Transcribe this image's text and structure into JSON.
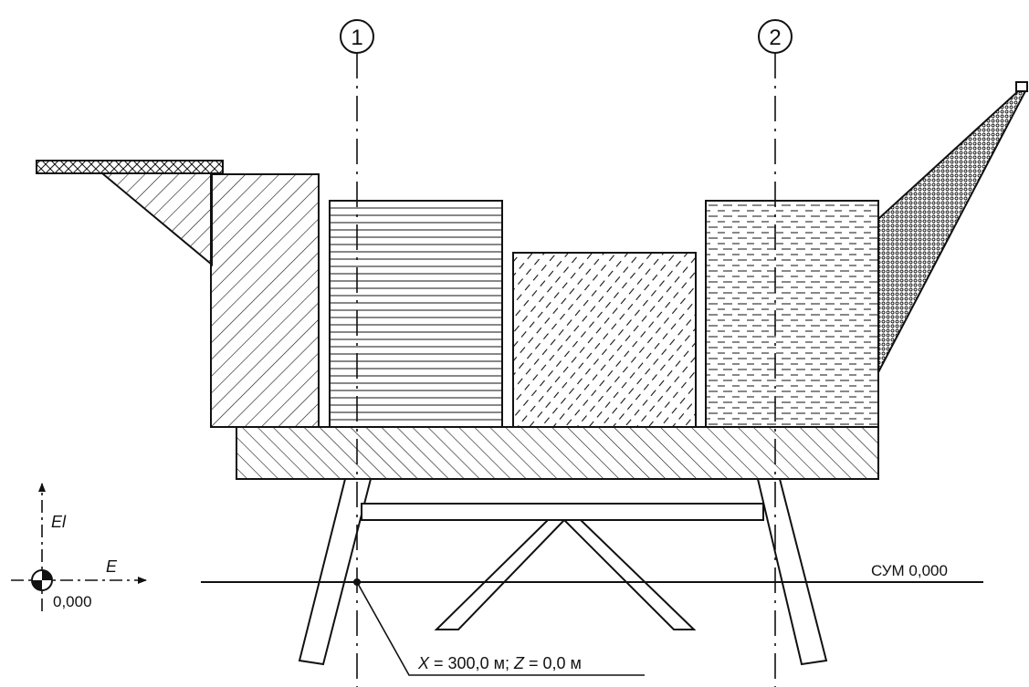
{
  "axes": {
    "axis1": "1",
    "axis2": "2"
  },
  "datum_label": "СУМ 0,000",
  "coordinate_callout": {
    "x_var": "X",
    "x_text": " = 300,0 м; ",
    "z_var": "Z",
    "z_text": " = 0,0 м"
  },
  "origin": {
    "vertical_axis": "El",
    "horizontal_axis": "E",
    "elevation": "0,000"
  },
  "colors": {
    "line": "#111111",
    "background": "#ffffff"
  }
}
